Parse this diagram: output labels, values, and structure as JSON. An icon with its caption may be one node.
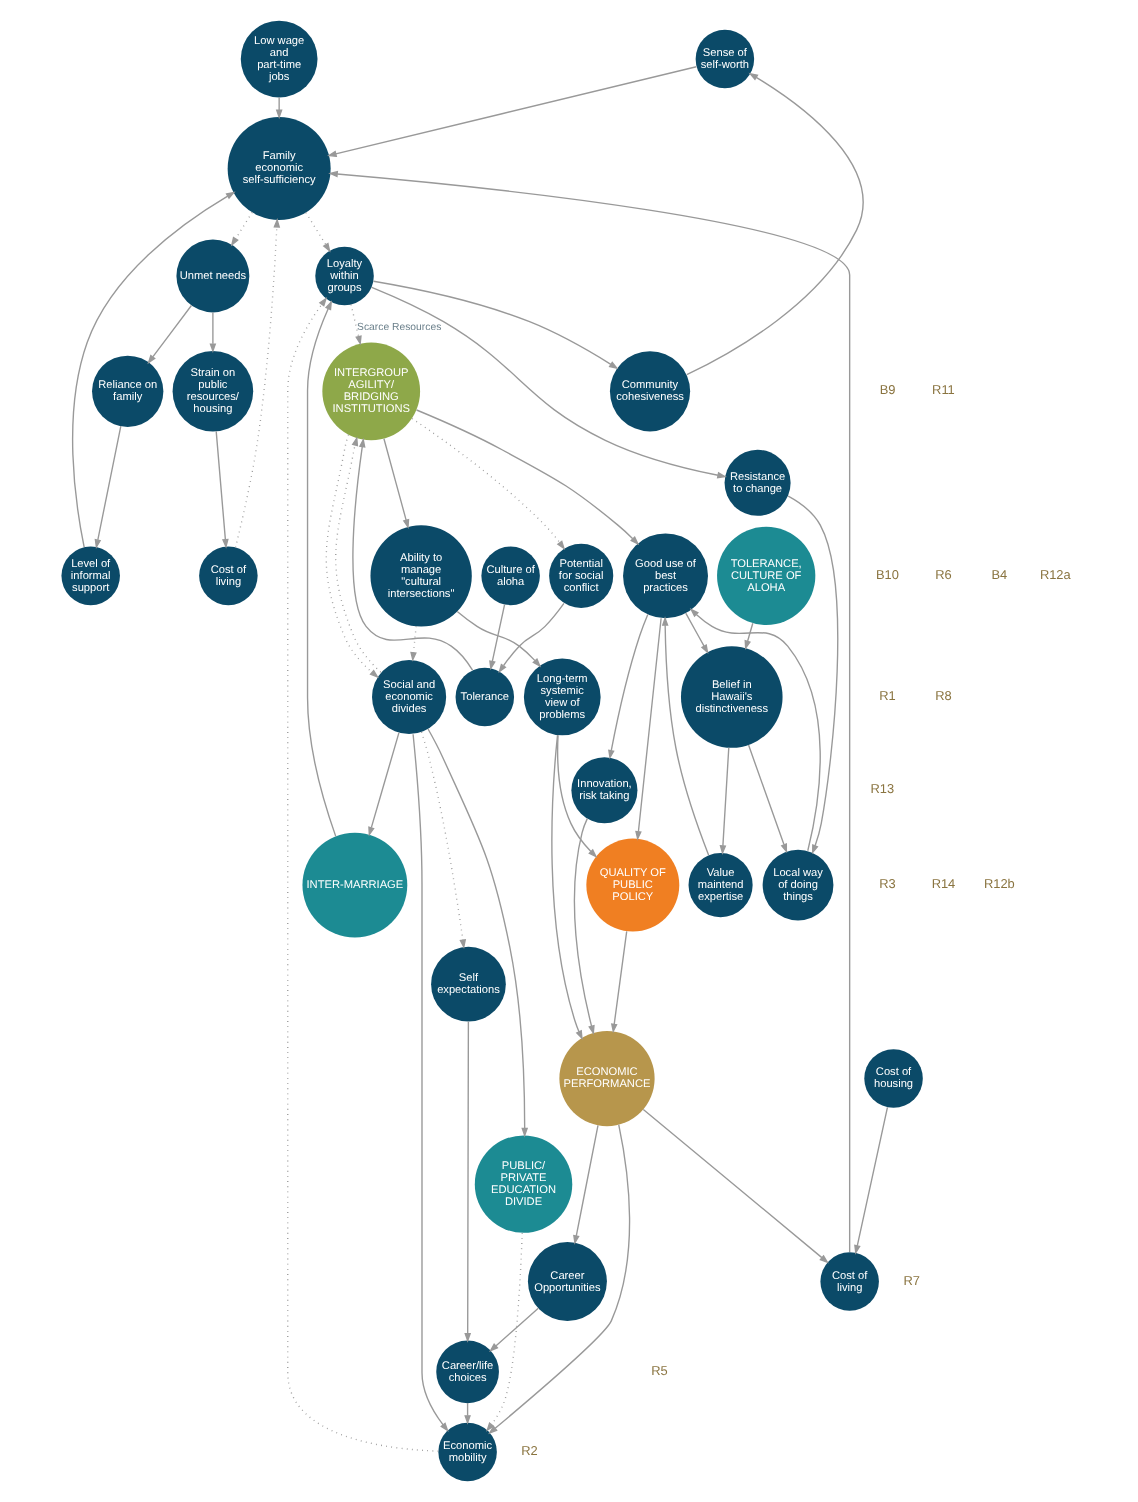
{
  "diagram": {
    "nodes": [
      {
        "text": [
          "Sense of self-worth"
        ]
      },
      {
        "text": [
          "Cost of housing"
        ]
      },
      {
        "text": [
          "Cost of living"
        ]
      },
      {
        "text": [
          "ECONOMIC PERFORMANCE"
        ]
      },
      {
        "text": [
          "Level of informal support"
        ]
      },
      {
        "text": [
          "Reliance on family"
        ]
      },
      {
        "text": [
          "Low wage and part-time jobs"
        ]
      },
      {
        "text": [
          "Cost of living"
        ]
      },
      {
        "text": [
          "Strain on public resources/ housing"
        ]
      },
      {
        "text": [
          "Career Opportunities"
        ]
      },
      {
        "text": [
          "Unmet needs"
        ]
      },
      {
        "text": [
          "Family economic self-sufficiency"
        ]
      },
      {
        "text": [
          "Community cohesiveness"
        ]
      },
      {
        "text": [
          "Career/life choices"
        ]
      },
      {
        "text": [
          "Loyalty within groups"
        ]
      },
      {
        "text": [
          "Economic mobility"
        ]
      },
      {
        "text": [
          "Self expectations"
        ]
      },
      {
        "text": [
          "INTER-MARRIAGE"
        ]
      },
      {
        "text": [
          "PUBLIC/ PRIVATE EDUCATION DIVIDE"
        ]
      },
      {
        "text": [
          "Culture of aloha"
        ]
      },
      {
        "text": [
          "Tolerance"
        ]
      },
      {
        "text": [
          "Social and economic divides"
        ]
      },
      {
        "text": [
          "Ability to manage \"cultural intersections\""
        ]
      },
      {
        "text": [
          "Potential for social conflict"
        ]
      },
      {
        "text": [
          "INTERGROUP AGILITY/ BRIDGING INSTITUTIONS"
        ]
      },
      {
        "text": [
          "Long-term systemic view of problems"
        ]
      },
      {
        "text": [
          "Resistance to change"
        ]
      },
      {
        "text": [
          "Local way of doing things"
        ]
      },
      {
        "text": [
          "TOLERANCE, CULTURE OF ALOHA"
        ]
      },
      {
        "text": [
          "Good use of best practices"
        ]
      },
      {
        "text": [
          "QUALITY OF PUBLIC POLICY"
        ]
      },
      {
        "text": [
          "Belief in Hawaii's distinctiveness"
        ]
      },
      {
        "text": [
          "Value maintend expertise"
        ]
      },
      {
        "text": [
          "Innovation, risk taking"
        ]
      }
    ],
    "edges": [
      {
        "from": 1,
        "to": 2,
        "arrow": "to"
      },
      {
        "from": 3,
        "to": 2,
        "arrow": "to"
      },
      {
        "from": 2,
        "to": 11,
        "arrow": "to"
      },
      {
        "from": 6,
        "to": 11,
        "arrow": "to"
      },
      {
        "from": 0,
        "to": 11,
        "arrow": "to"
      },
      {
        "from": 4,
        "to": 11,
        "arrow": "to"
      },
      {
        "from": 5,
        "to": 4,
        "arrow": "to"
      },
      {
        "from": 8,
        "to": 7,
        "arrow": "to"
      },
      {
        "from": 7,
        "to": 11,
        "arrow": "to",
        "style": "dashed"
      },
      {
        "from": 11,
        "to": 10,
        "arrow": "to",
        "style": "dashed"
      },
      {
        "from": 10,
        "to": 8,
        "arrow": "to"
      },
      {
        "from": 10,
        "to": 5,
        "arrow": "to"
      },
      {
        "from": 12,
        "to": 0,
        "arrow": "to"
      },
      {
        "from": 14,
        "to": 12,
        "arrow": "to"
      },
      {
        "from": 11,
        "to": 14,
        "arrow": "to",
        "style": "dashed"
      },
      {
        "from": 15,
        "to": 14,
        "arrow": "to",
        "style": "dashed"
      },
      {
        "from": 3,
        "to": 15,
        "arrow": "to"
      },
      {
        "from": 3,
        "to": 9,
        "arrow": "to"
      },
      {
        "from": 9,
        "to": 13,
        "arrow": "to"
      },
      {
        "from": 13,
        "to": 15,
        "arrow": "to"
      },
      {
        "from": 16,
        "to": 13,
        "arrow": "to"
      },
      {
        "from": 21,
        "to": 16,
        "arrow": "to",
        "style": "dashed"
      },
      {
        "from": 21,
        "to": 15,
        "arrow": "to"
      },
      {
        "from": 21,
        "to": 18,
        "arrow": "to"
      },
      {
        "from": 18,
        "to": 15,
        "arrow": "to",
        "style": "dashed"
      },
      {
        "from": 21,
        "to": 17,
        "arrow": "to"
      },
      {
        "from": 17,
        "to": 14,
        "arrow": "to"
      },
      {
        "from": 14,
        "to": 24,
        "arrow": "to",
        "style": "dashed",
        "label": "Scarce Resources"
      },
      {
        "from": 21,
        "to": 24,
        "arrow": "to",
        "style": "dashed"
      },
      {
        "from": 24,
        "to": 21,
        "arrow": "to",
        "style": "dashed"
      },
      {
        "from": 22,
        "to": 21,
        "arrow": "to",
        "style": "dashed"
      },
      {
        "from": 24,
        "to": 22,
        "arrow": "to"
      },
      {
        "from": 22,
        "to": 25,
        "arrow": "to"
      },
      {
        "from": 25,
        "to": 30,
        "arrow": "to"
      },
      {
        "from": 30,
        "to": 3,
        "arrow": "to"
      },
      {
        "from": 25,
        "to": 3,
        "arrow": "to"
      },
      {
        "from": 33,
        "to": 3,
        "arrow": "to"
      },
      {
        "from": 24,
        "to": 29,
        "arrow": "to"
      },
      {
        "from": 20,
        "to": 24,
        "arrow": "to"
      },
      {
        "from": 19,
        "to": 20,
        "arrow": "to"
      },
      {
        "from": 23,
        "to": 20,
        "arrow": "to"
      },
      {
        "from": 24,
        "to": 23,
        "arrow": "to",
        "style": "dashed"
      },
      {
        "from": 14,
        "to": 26,
        "arrow": "to"
      },
      {
        "from": 26,
        "to": 27,
        "arrow": "to"
      },
      {
        "from": 27,
        "to": 29,
        "arrow": "to"
      },
      {
        "from": 29,
        "to": 31,
        "arrow": "to"
      },
      {
        "from": 28,
        "to": 31,
        "arrow": "to"
      },
      {
        "from": 31,
        "to": 27,
        "arrow": "to"
      },
      {
        "from": 31,
        "to": 32,
        "arrow": "to"
      },
      {
        "from": 32,
        "to": 29,
        "arrow": "to"
      },
      {
        "from": 29,
        "to": 30,
        "arrow": "to"
      },
      {
        "from": 29,
        "to": 33,
        "arrow": "to"
      }
    ],
    "labels": [
      "B10",
      "B9",
      "R11",
      "R7",
      "R5",
      "R2",
      "R3",
      "R1",
      "R6",
      "B4",
      "R8",
      "R12a",
      "R14",
      "R12b",
      "R13"
    ]
  }
}
